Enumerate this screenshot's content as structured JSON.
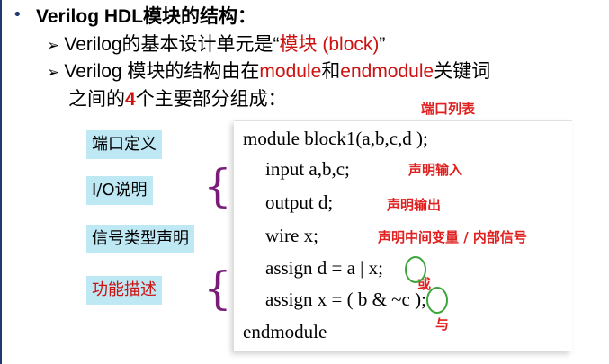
{
  "heading": {
    "bullet": "•",
    "title": "Verilog HDL模块的结构："
  },
  "points": [
    {
      "arrow": "➢",
      "text_a": "Verilog的基本设计单元是“",
      "text_red": "模块 (block)",
      "text_b": "”"
    },
    {
      "arrow": "➢",
      "text_a": "Verilog 模块的结构由在",
      "red1": "module",
      "mid": "和",
      "red2": "endmodule",
      "text_b": "关键词",
      "line2_a": "之间的",
      "line2_red": "4",
      "line2_b": "个主要部分组成："
    }
  ],
  "labels": [
    "端口定义",
    "I/O说明",
    "信号类型声明",
    "功能描述"
  ],
  "code": [
    "module block1(a,b,c,d );",
    "input a,b,c;",
    "output d;",
    "wire x;",
    "assign d = a | x;",
    "assign x = ( b & ~c );",
    "endmodule"
  ],
  "annotations": {
    "port_list": "端口列表",
    "input_decl": "声明输入",
    "output_decl": "声明输出",
    "wire_decl": "声明中间变量 / 内部信号",
    "or": "或",
    "and": "与"
  },
  "colors": {
    "accent_red": "#cc1111",
    "label_bg": "#bfe8f5",
    "brace": "#7a1a7a",
    "circle": "#3aa63a"
  }
}
